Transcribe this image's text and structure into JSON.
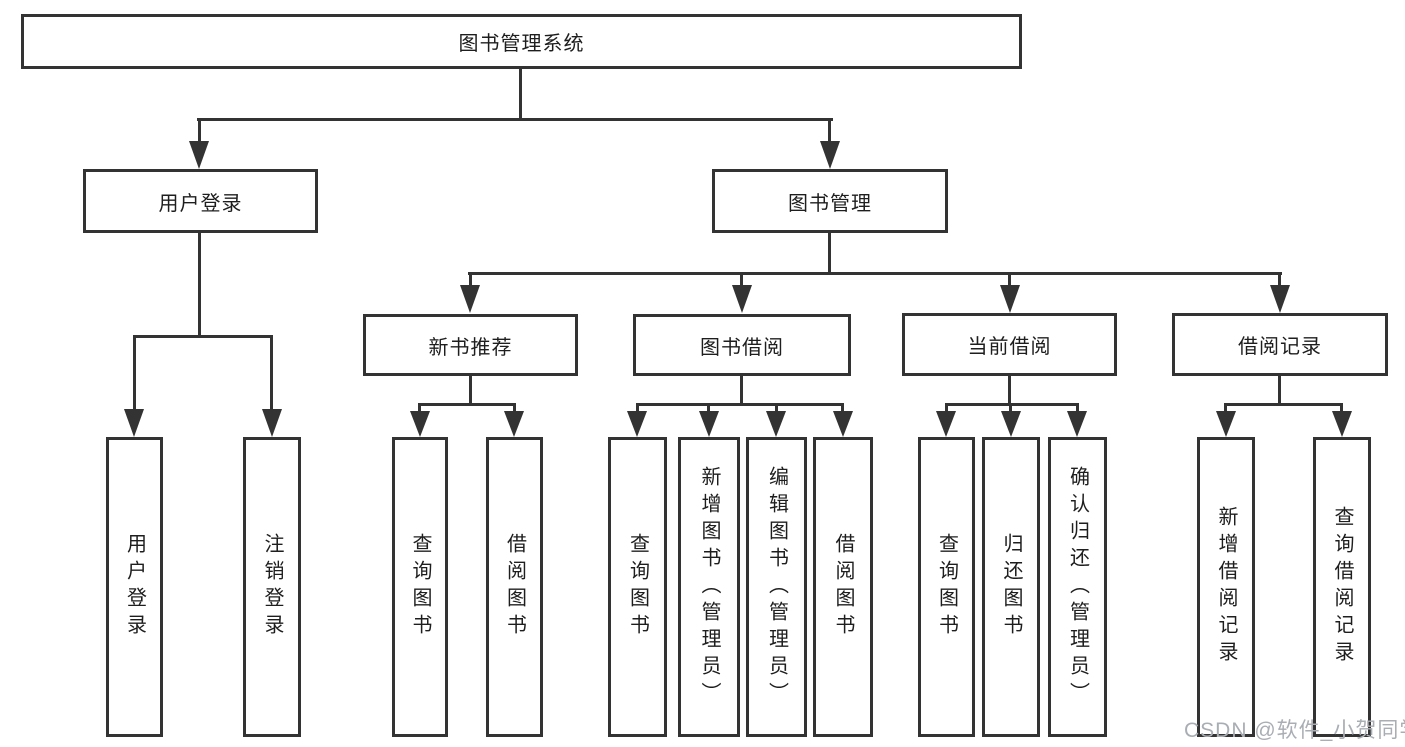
{
  "diagram": {
    "title": "图书管理系统",
    "tree": {
      "root": {
        "label": "图书管理系统"
      },
      "branches": [
        {
          "label": "用户登录",
          "children": [
            {
              "label": "用户登录"
            },
            {
              "label": "注销登录"
            }
          ]
        },
        {
          "label": "图书管理",
          "children": [
            {
              "label": "新书推荐",
              "children": [
                {
                  "label": "查询图书"
                },
                {
                  "label": "借阅图书"
                }
              ]
            },
            {
              "label": "图书借阅",
              "children": [
                {
                  "label": "查询图书"
                },
                {
                  "label": "新增图书（管理员）"
                },
                {
                  "label": "编辑图书（管理员）"
                },
                {
                  "label": "借阅图书"
                }
              ]
            },
            {
              "label": "当前借阅",
              "children": [
                {
                  "label": "查询图书"
                },
                {
                  "label": "归还图书"
                },
                {
                  "label": "确认归还（管理员）"
                }
              ]
            },
            {
              "label": "借阅记录",
              "children": [
                {
                  "label": "新增借阅记录"
                },
                {
                  "label": "查询借阅记录"
                }
              ]
            }
          ]
        }
      ]
    },
    "colors": {
      "line": "#333333",
      "box_background": "#ffffff",
      "text": "#1e1e1e",
      "watermark": "#a9aeb4"
    }
  },
  "watermark": {
    "text": "CSDN @软件_小贺同学"
  }
}
